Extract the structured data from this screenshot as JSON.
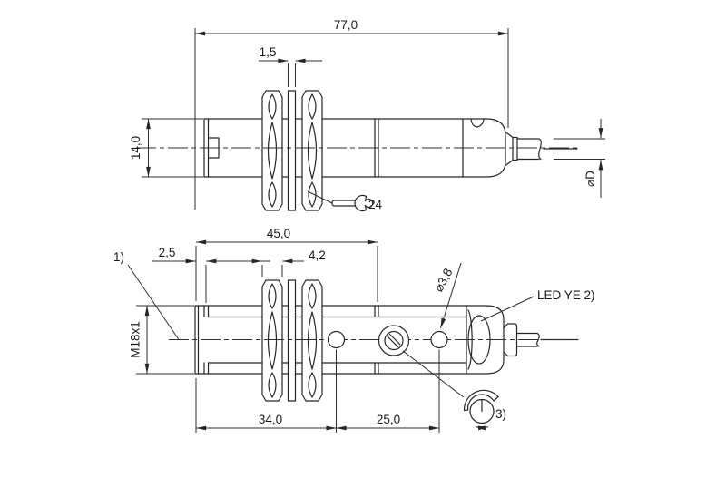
{
  "colors": {
    "ink": "#262626",
    "background": "#ffffff"
  },
  "top_view": {
    "total_length": "77,0",
    "plate_thickness": "1,5",
    "height": "14,0",
    "cable_diameter": "⌀D",
    "wrench_size": "24"
  },
  "bottom_view": {
    "thread_length": "45,0",
    "front_gap": "2,5",
    "nut_thickness": "4,2",
    "hole_diameter": "⌀3,8",
    "thread_spec": "M18x1",
    "footnote_1": "1)",
    "led_label": "LED YE 2)",
    "footnote_3": "3)",
    "dist_pot": "34,0",
    "dist_hole": "25,0"
  }
}
